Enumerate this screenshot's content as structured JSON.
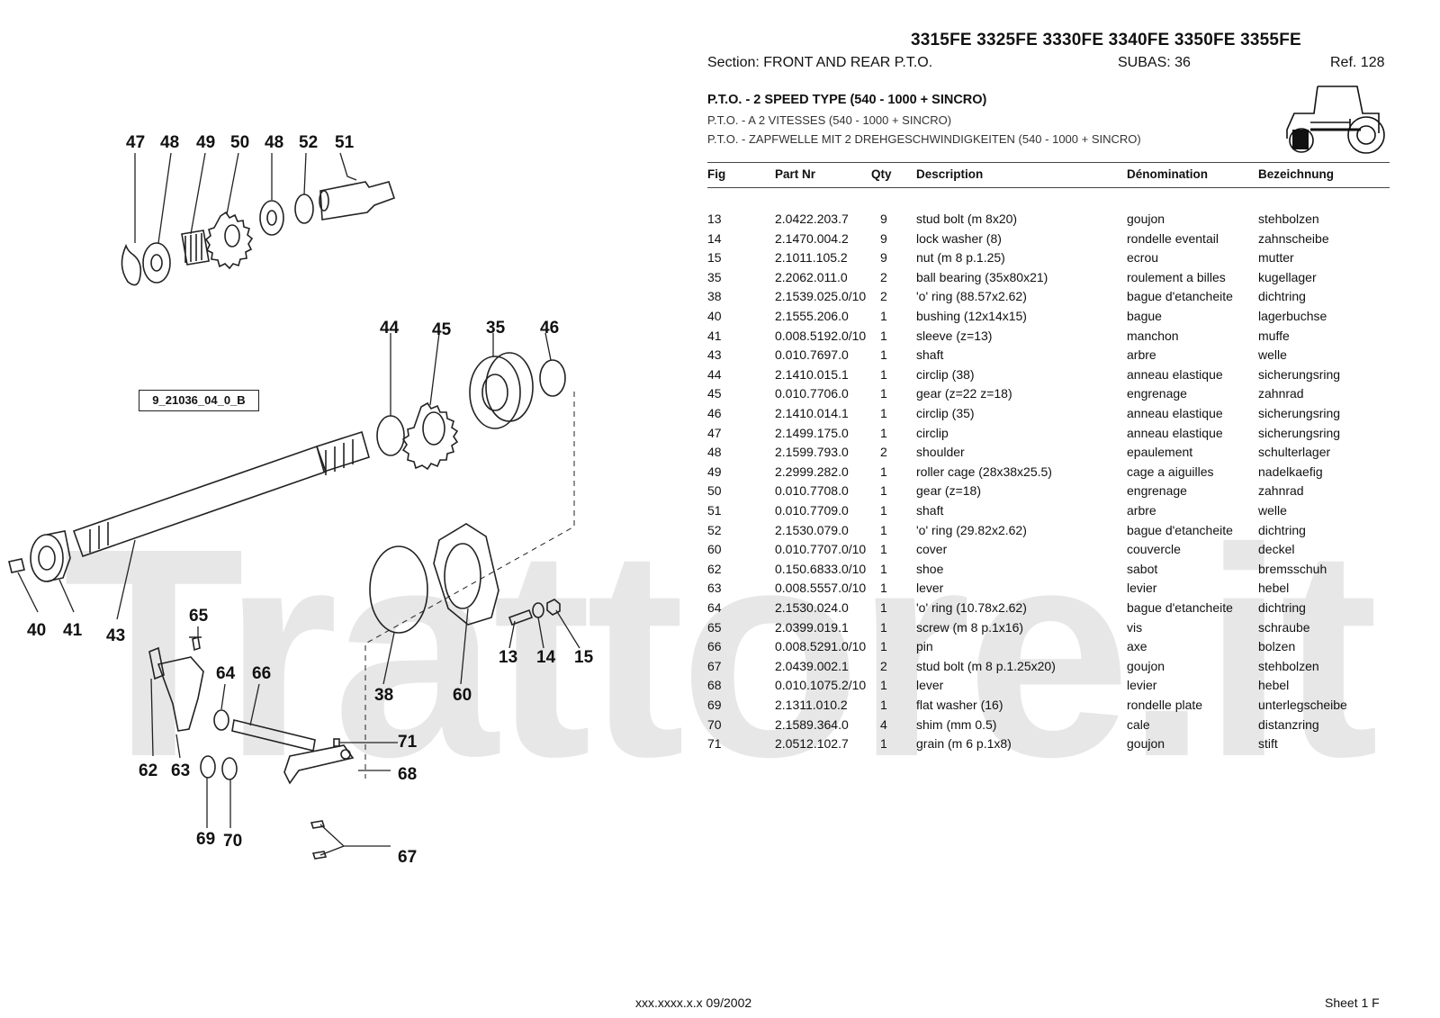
{
  "watermark": "Trattore.it",
  "header": {
    "models": "3315FE 3325FE 3330FE 3340FE 3350FE 3355FE",
    "section": "Section: FRONT  AND  REAR  P.T.O.",
    "subas": "SUBAS: 36",
    "ref": "Ref. 128"
  },
  "titles": {
    "en": "P.T.O. - 2 SPEED TYPE (540 - 1000 + SINCRO)",
    "fr": "P.T.O. - A 2 VITESSES (540 - 1000 + SINCRO)",
    "de": "P.T.O. - ZAPFWELLE MIT 2 DREHGESCHWINDIGKEITEN (540 - 1000 + SINCRO)"
  },
  "diagram": {
    "ref_box": "9_21036_04_0_B",
    "labels": [
      "47",
      "48",
      "49",
      "50",
      "48",
      "52",
      "51",
      "44",
      "45",
      "35",
      "46",
      "40",
      "41",
      "43",
      "65",
      "64",
      "66",
      "13",
      "14",
      "15",
      "38",
      "60",
      "71",
      "62",
      "63",
      "68",
      "69",
      "70",
      "67"
    ]
  },
  "table": {
    "headers": {
      "fig": "Fig",
      "part": "Part Nr",
      "qty": "Qty",
      "desc": "Description",
      "fr": "Dénomination",
      "de": "Bezeichnung"
    },
    "rows": [
      [
        "13",
        "2.0422.203.7",
        "9",
        "stud bolt (m 8x20)",
        "goujon",
        "stehbolzen"
      ],
      [
        "14",
        "2.1470.004.2",
        "9",
        "lock washer (8)",
        "rondelle eventail",
        "zahnscheibe"
      ],
      [
        "15",
        "2.1011.105.2",
        "9",
        "nut (m 8 p.1.25)",
        "ecrou",
        "mutter"
      ],
      [
        "35",
        "2.2062.011.0",
        "2",
        "ball bearing (35x80x21)",
        "roulement a billes",
        "kugellager"
      ],
      [
        "38",
        "2.1539.025.0/10",
        "2",
        "'o' ring (88.57x2.62)",
        "bague d'etancheite",
        "dichtring"
      ],
      [
        "40",
        "2.1555.206.0",
        "1",
        "bushing (12x14x15)",
        "bague",
        "lagerbuchse"
      ],
      [
        "41",
        "0.008.5192.0/10",
        "1",
        "sleeve (z=13)",
        "manchon",
        "muffe"
      ],
      [
        "43",
        "0.010.7697.0",
        "1",
        "shaft",
        "arbre",
        "welle"
      ],
      [
        "44",
        "2.1410.015.1",
        "1",
        "circlip (38)",
        "anneau elastique",
        "sicherungsring"
      ],
      [
        "45",
        "0.010.7706.0",
        "1",
        "gear (z=22 z=18)",
        "engrenage",
        "zahnrad"
      ],
      [
        "46",
        "2.1410.014.1",
        "1",
        "circlip (35)",
        "anneau elastique",
        "sicherungsring"
      ],
      [
        "47",
        "2.1499.175.0",
        "1",
        "circlip",
        "anneau elastique",
        "sicherungsring"
      ],
      [
        "48",
        "2.1599.793.0",
        "2",
        "shoulder",
        "epaulement",
        "schulterlager"
      ],
      [
        "49",
        "2.2999.282.0",
        "1",
        "roller cage (28x38x25.5)",
        "cage a aiguilles",
        "nadelkaefig"
      ],
      [
        "50",
        "0.010.7708.0",
        "1",
        "gear (z=18)",
        "engrenage",
        "zahnrad"
      ],
      [
        "51",
        "0.010.7709.0",
        "1",
        "shaft",
        "arbre",
        "welle"
      ],
      [
        "52",
        "2.1530.079.0",
        "1",
        "'o' ring (29.82x2.62)",
        "bague d'etancheite",
        "dichtring"
      ],
      [
        "60",
        "0.010.7707.0/10",
        "1",
        "cover",
        "couvercle",
        "deckel"
      ],
      [
        "62",
        "0.150.6833.0/10",
        "1",
        "shoe",
        "sabot",
        "bremsschuh"
      ],
      [
        "63",
        "0.008.5557.0/10",
        "1",
        "lever",
        "levier",
        "hebel"
      ],
      [
        "64",
        "2.1530.024.0",
        "1",
        "'o' ring (10.78x2.62)",
        "bague d'etancheite",
        "dichtring"
      ],
      [
        "65",
        "2.0399.019.1",
        "1",
        "screw (m 8 p.1x16)",
        "vis",
        "schraube"
      ],
      [
        "66",
        "0.008.5291.0/10",
        "1",
        "pin",
        "axe",
        "bolzen"
      ],
      [
        "67",
        "2.0439.002.1",
        "2",
        "stud bolt (m 8 p.1.25x20)",
        "goujon",
        "stehbolzen"
      ],
      [
        "68",
        "0.010.1075.2/10",
        "1",
        "lever",
        "levier",
        "hebel"
      ],
      [
        "69",
        "2.1311.010.2",
        "1",
        "flat washer (16)",
        "rondelle plate",
        "unterlegscheibe"
      ],
      [
        "70",
        "2.1589.364.0",
        "4",
        "shim (mm 0.5)",
        "cale",
        "distanzring"
      ],
      [
        "71",
        "2.0512.102.7",
        "1",
        "grain (m 6 p.1x8)",
        "goujon",
        "stift"
      ]
    ]
  },
  "footer": {
    "code": "xxx.xxxx.x.x  09/2002",
    "sheet": "Sheet 1 F"
  }
}
